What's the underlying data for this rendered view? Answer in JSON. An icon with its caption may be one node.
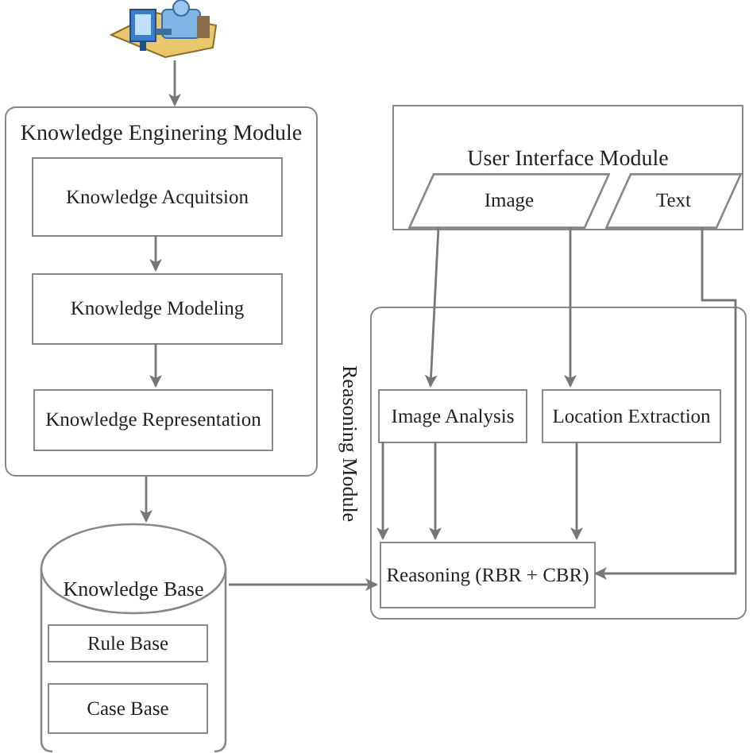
{
  "diagram": {
    "nodes": [
      {
        "text": [],
        "shape": "picture"
      },
      {
        "text": [
          "Knowledge Enginering Module"
        ]
      },
      {
        "text": [
          "Knowledge Acquitsion"
        ],
        "in": 1
      },
      {
        "text": [
          "Knowledge Modeling"
        ],
        "in": 1
      },
      {
        "text": [
          "Knowledge Representation"
        ],
        "in": 1
      },
      {
        "text": [
          "User Interface Module"
        ]
      },
      {
        "text": [
          "Image"
        ],
        "in": 5
      },
      {
        "text": [
          "Text"
        ],
        "in": 5
      },
      {
        "text": [
          "Reasoning Module"
        ]
      },
      {
        "text": [
          "Image Analysis"
        ],
        "in": 8
      },
      {
        "text": [
          "Location Extraction"
        ],
        "in": 8
      },
      {
        "text": [
          "Reasoning (RBR + CBR)"
        ],
        "in": 8
      },
      {
        "text": [
          "Knowledge Base"
        ]
      },
      {
        "text": [
          "Rule Base"
        ],
        "in": 12
      },
      {
        "text": [
          "Case Base"
        ],
        "in": 12
      }
    ],
    "edges": [
      {
        "from": 0,
        "to": 1,
        "arrow": "to"
      },
      {
        "from": 2,
        "to": 3,
        "arrow": "to"
      },
      {
        "from": 3,
        "to": 4,
        "arrow": "to"
      },
      {
        "from": 1,
        "to": 12,
        "arrow": "to"
      },
      {
        "from": 6,
        "to": 9,
        "arrow": "to"
      },
      {
        "from": 6,
        "to": 10,
        "arrow": "to"
      },
      {
        "from": 7,
        "to": 11,
        "arrow": "to"
      },
      {
        "from": 9,
        "to": 11,
        "arrow": "to"
      },
      {
        "from": 10,
        "to": 11,
        "arrow": "to"
      },
      {
        "from": 12,
        "to": 11,
        "arrow": "to"
      },
      {
        "from": 9,
        "to": 11,
        "arrow": "to"
      }
    ]
  }
}
